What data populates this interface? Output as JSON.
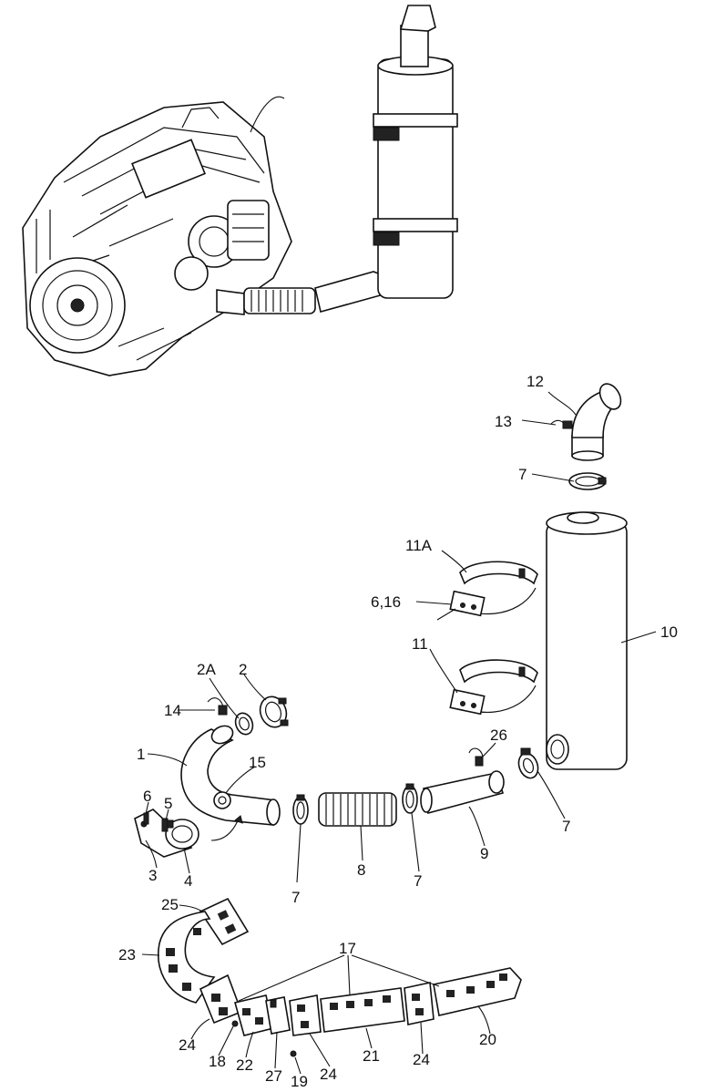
{
  "callouts": {
    "c1": "1",
    "c2": "2",
    "c2a": "2A",
    "c3": "3",
    "c4": "4",
    "c5": "5",
    "c6": "6",
    "c7a": "7",
    "c7b": "7",
    "c7c": "7",
    "c7d": "7",
    "c8": "8",
    "c9": "9",
    "c10": "10",
    "c11": "11",
    "c11a": "11A",
    "c616": "6,16",
    "c12": "12",
    "c13": "13",
    "c14": "14",
    "c15": "15",
    "c17": "17",
    "c18": "18",
    "c19": "19",
    "c20": "20",
    "c21": "21",
    "c22": "22",
    "c23": "23",
    "c24a": "24",
    "c24b": "24",
    "c24c": "24",
    "c25": "25",
    "c26": "26",
    "c27": "27"
  }
}
